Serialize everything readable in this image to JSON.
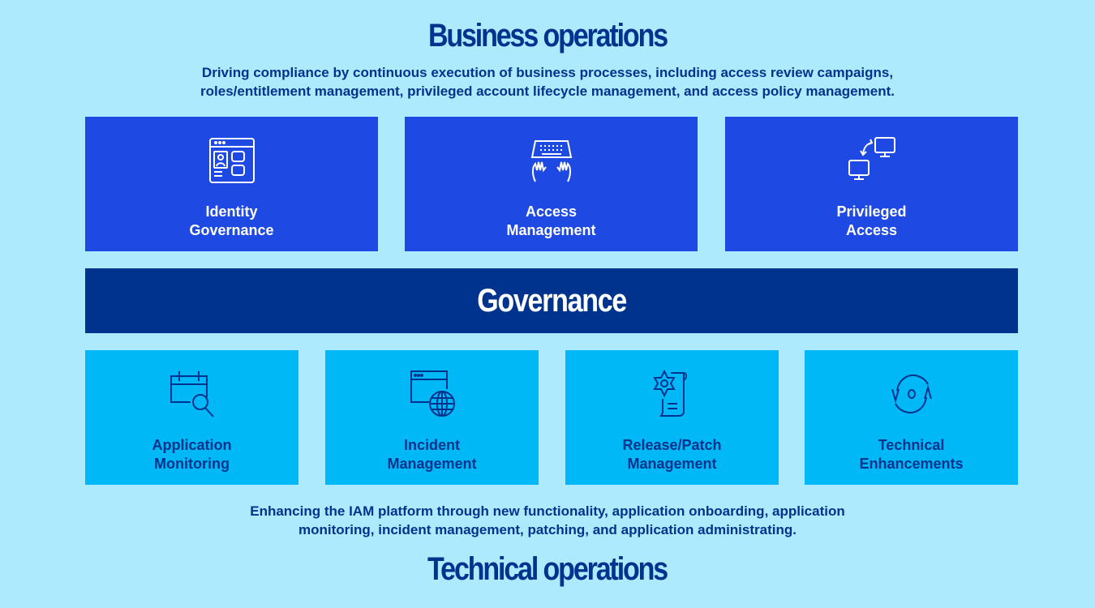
{
  "header": {
    "title": "Business operations",
    "description": [
      "Driving compliance by continuous execution of business processes, including access review campaigns,",
      "roles/entitlement management, privileged account lifecycle management, and access policy management."
    ]
  },
  "business_cards": [
    {
      "line1": "Identity",
      "line2": "Governance",
      "icon": "identity-profile-icon"
    },
    {
      "line1": "Access",
      "line2": "Management",
      "icon": "keyboard-hands-icon"
    },
    {
      "line1": "Privileged",
      "line2": "Access",
      "icon": "computer-exchange-icon"
    }
  ],
  "governance": {
    "label": "Governance"
  },
  "technical_cards": [
    {
      "line1": "Application",
      "line2": "Monitoring",
      "icon": "calendar-search-icon"
    },
    {
      "line1": "Incident",
      "line2": "Management",
      "icon": "browser-globe-icon"
    },
    {
      "line1": "Release/Patch",
      "line2": "Management",
      "icon": "certificate-scroll-icon"
    },
    {
      "line1": "Technical",
      "line2": "Enhancements",
      "icon": "refresh-cycle-icon"
    }
  ],
  "footer": {
    "description": [
      "Enhancing the IAM platform through new functionality, application onboarding, application",
      "monitoring, incident management, patching, and application administrating."
    ],
    "title": "Technical operations"
  },
  "colors": {
    "background": "#aeeafd",
    "business_card": "#1e49e2",
    "governance": "#00338d",
    "technical_card": "#00b8f5",
    "text": "#00338d"
  }
}
